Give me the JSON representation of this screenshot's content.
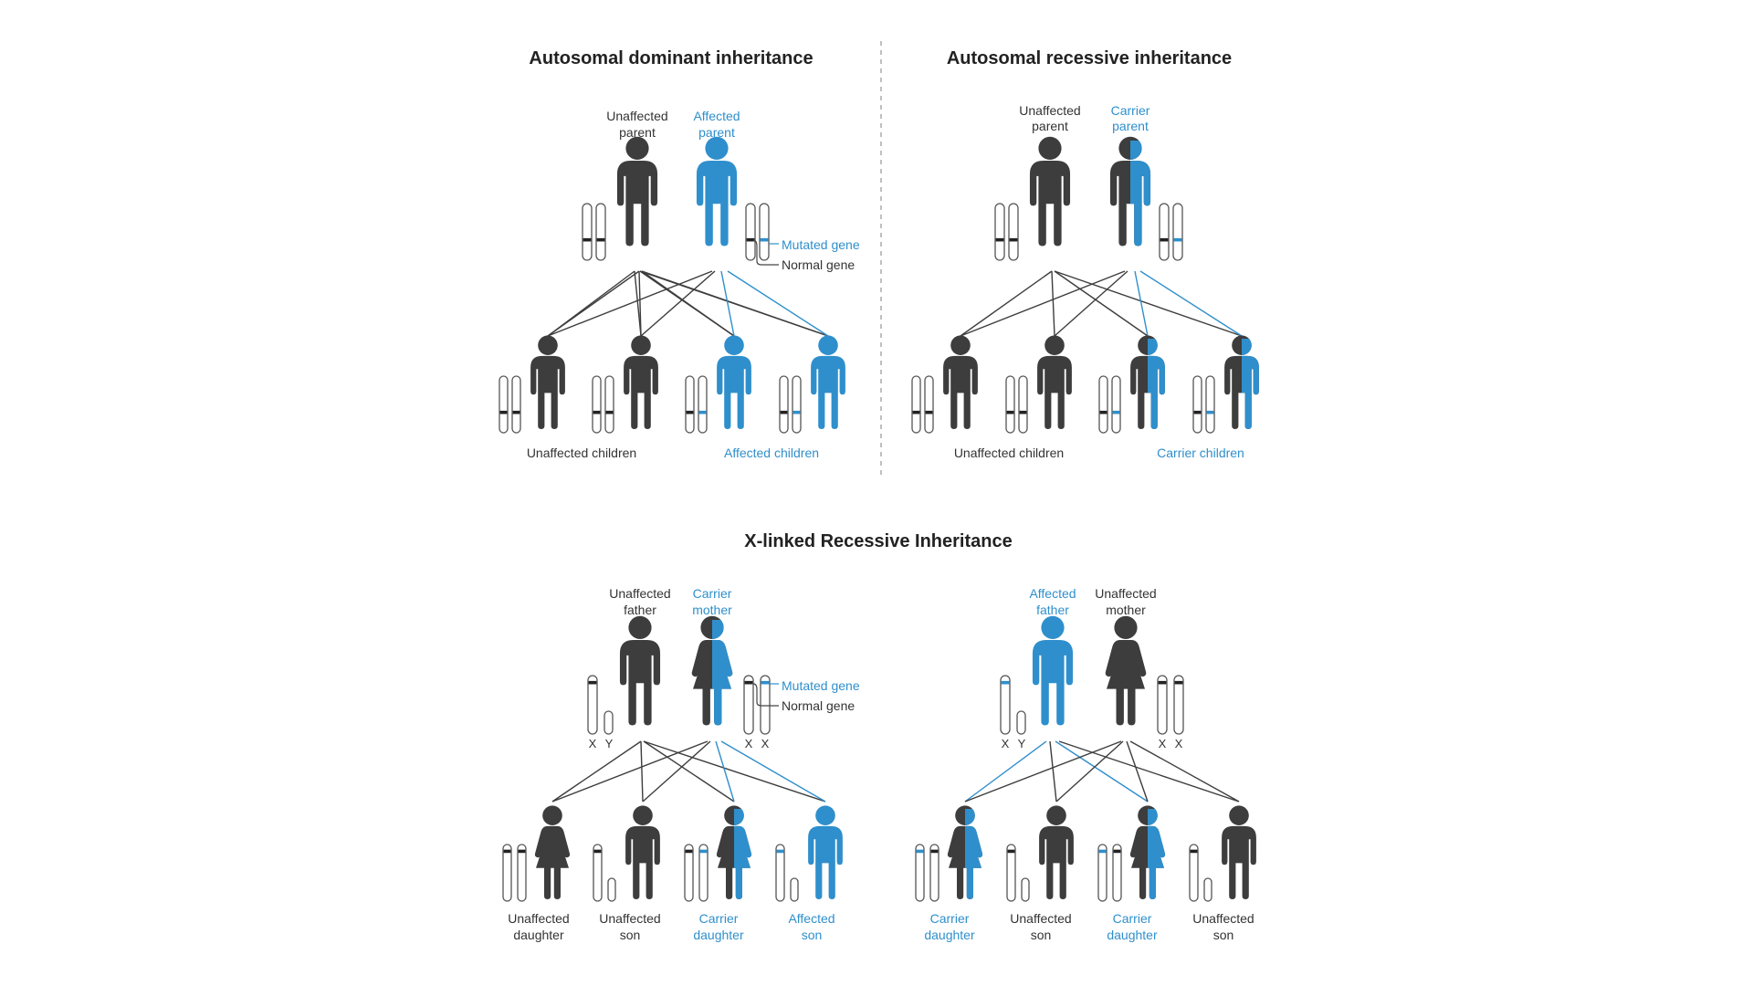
{
  "colors": {
    "dark": "#3d3d3d",
    "blue": "#2f8fcc",
    "outline": "#555555"
  },
  "dominant": {
    "title": "Autosomal dominant inheritance",
    "parent_left": [
      "Unaffected",
      "parent"
    ],
    "parent_right": [
      "Affected",
      "parent"
    ],
    "key_mutated": "Mutated gene",
    "key_normal": "Normal gene",
    "group_left": "Unaffected children",
    "group_right": "Affected children"
  },
  "recessive": {
    "title": "Autosomal recessive inheritance",
    "parent_left": [
      "Unaffected",
      "parent"
    ],
    "parent_right": [
      "Carrier",
      "parent"
    ],
    "group_left": "Unaffected children",
    "group_right": "Carrier children"
  },
  "xlinked": {
    "title": "X-linked Recessive Inheritance",
    "key_mutated": "Mutated gene",
    "key_normal": "Normal gene",
    "chrom_x": "X",
    "chrom_y": "Y",
    "left": {
      "father": [
        "Unaffected",
        "father"
      ],
      "mother": [
        "Carrier",
        "mother"
      ],
      "children": [
        [
          "Unaffected",
          "daughter"
        ],
        [
          "Unaffected",
          "son"
        ],
        [
          "Carrier",
          "daughter"
        ],
        [
          "Affected",
          "son"
        ]
      ]
    },
    "right": {
      "father": [
        "Affected",
        "father"
      ],
      "mother": [
        "Unaffected",
        "mother"
      ],
      "children": [
        [
          "Carrier",
          "daughter"
        ],
        [
          "Unaffected",
          "son"
        ],
        [
          "Carrier",
          "daughter"
        ],
        [
          "Unaffected",
          "son"
        ]
      ]
    }
  }
}
